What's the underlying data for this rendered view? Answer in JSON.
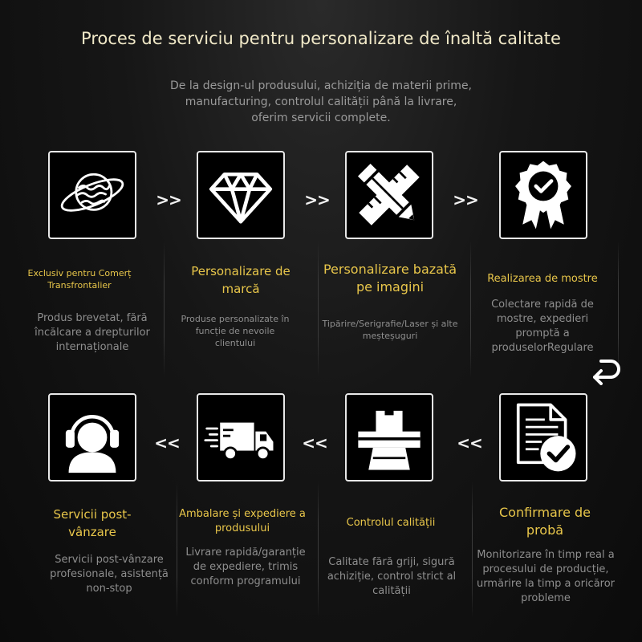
{
  "header": {
    "title": "Proces de serviciu pentru personalizare de înaltă calitate",
    "intro": "De la design-ul produsului, achiziția de materii prime, manufacturing, controlul calității până la livrare, oferim servicii complete."
  },
  "accent_color": "#e8c64a",
  "arrows": {
    "forward": ">>",
    "backward": "<<"
  },
  "steps": [
    {
      "icon": "planet-icon",
      "label": "Exclusiv pentru Comerț Transfrontalier",
      "desc": "Produs brevetat, fără încălcare a drepturilor internaționale"
    },
    {
      "icon": "diamond-icon",
      "label": "Personalizare de marcă",
      "desc": "Produse personalizate în funcție de nevoile clientului"
    },
    {
      "icon": "pencil-ruler-icon",
      "label": "Personalizare bazată pe imagini",
      "desc": "Tipărire/Serigrafie/Laser și alte meșteșuguri"
    },
    {
      "icon": "award-badge-icon",
      "label": "Realizarea de mostre",
      "desc": "Colectare rapidă de mostre, expedieri promptă a produselorRegulare"
    },
    {
      "icon": "document-check-icon",
      "label": "Confirmare de probă",
      "desc": "Monitorizare în timp real a procesului de producție, urmărire la timp a oricăror probleme"
    },
    {
      "icon": "printer-icon",
      "label": "Controlul calității",
      "desc": "Calitate fără griji, sigură achiziție, control strict al calității"
    },
    {
      "icon": "delivery-truck-icon",
      "label": "Ambalare și expediere a produsului",
      "desc": "Livrare rapidă/garanție de expediere, trimis conform programului"
    },
    {
      "icon": "headset-support-icon",
      "label": "Servicii post-vânzare",
      "desc": "Servicii post-vânzare profesionale, asistență non-stop"
    }
  ]
}
